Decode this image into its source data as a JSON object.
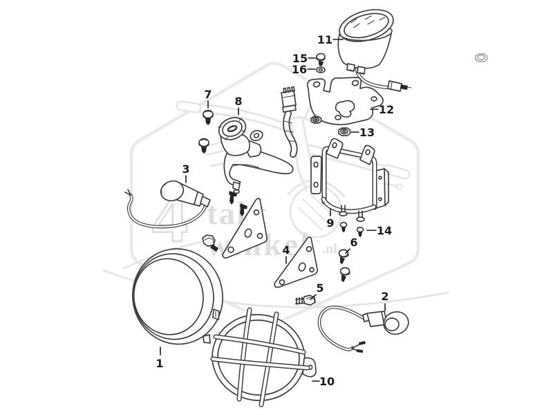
{
  "watermark": {
    "numeral": "4",
    "word_top": "takt",
    "word_bottom": "winkel",
    "domain_suffix": ".nl"
  },
  "parts": [
    {
      "label": "1"
    },
    {
      "label": "2"
    },
    {
      "label": "3"
    },
    {
      "label": "4"
    },
    {
      "label": "5"
    },
    {
      "label": "6"
    },
    {
      "label": "7"
    },
    {
      "label": "8"
    },
    {
      "label": "9"
    },
    {
      "label": "10"
    },
    {
      "label": "11"
    },
    {
      "label": "12"
    },
    {
      "label": "13"
    },
    {
      "label": "14"
    },
    {
      "label": "15"
    },
    {
      "label": "16"
    }
  ]
}
